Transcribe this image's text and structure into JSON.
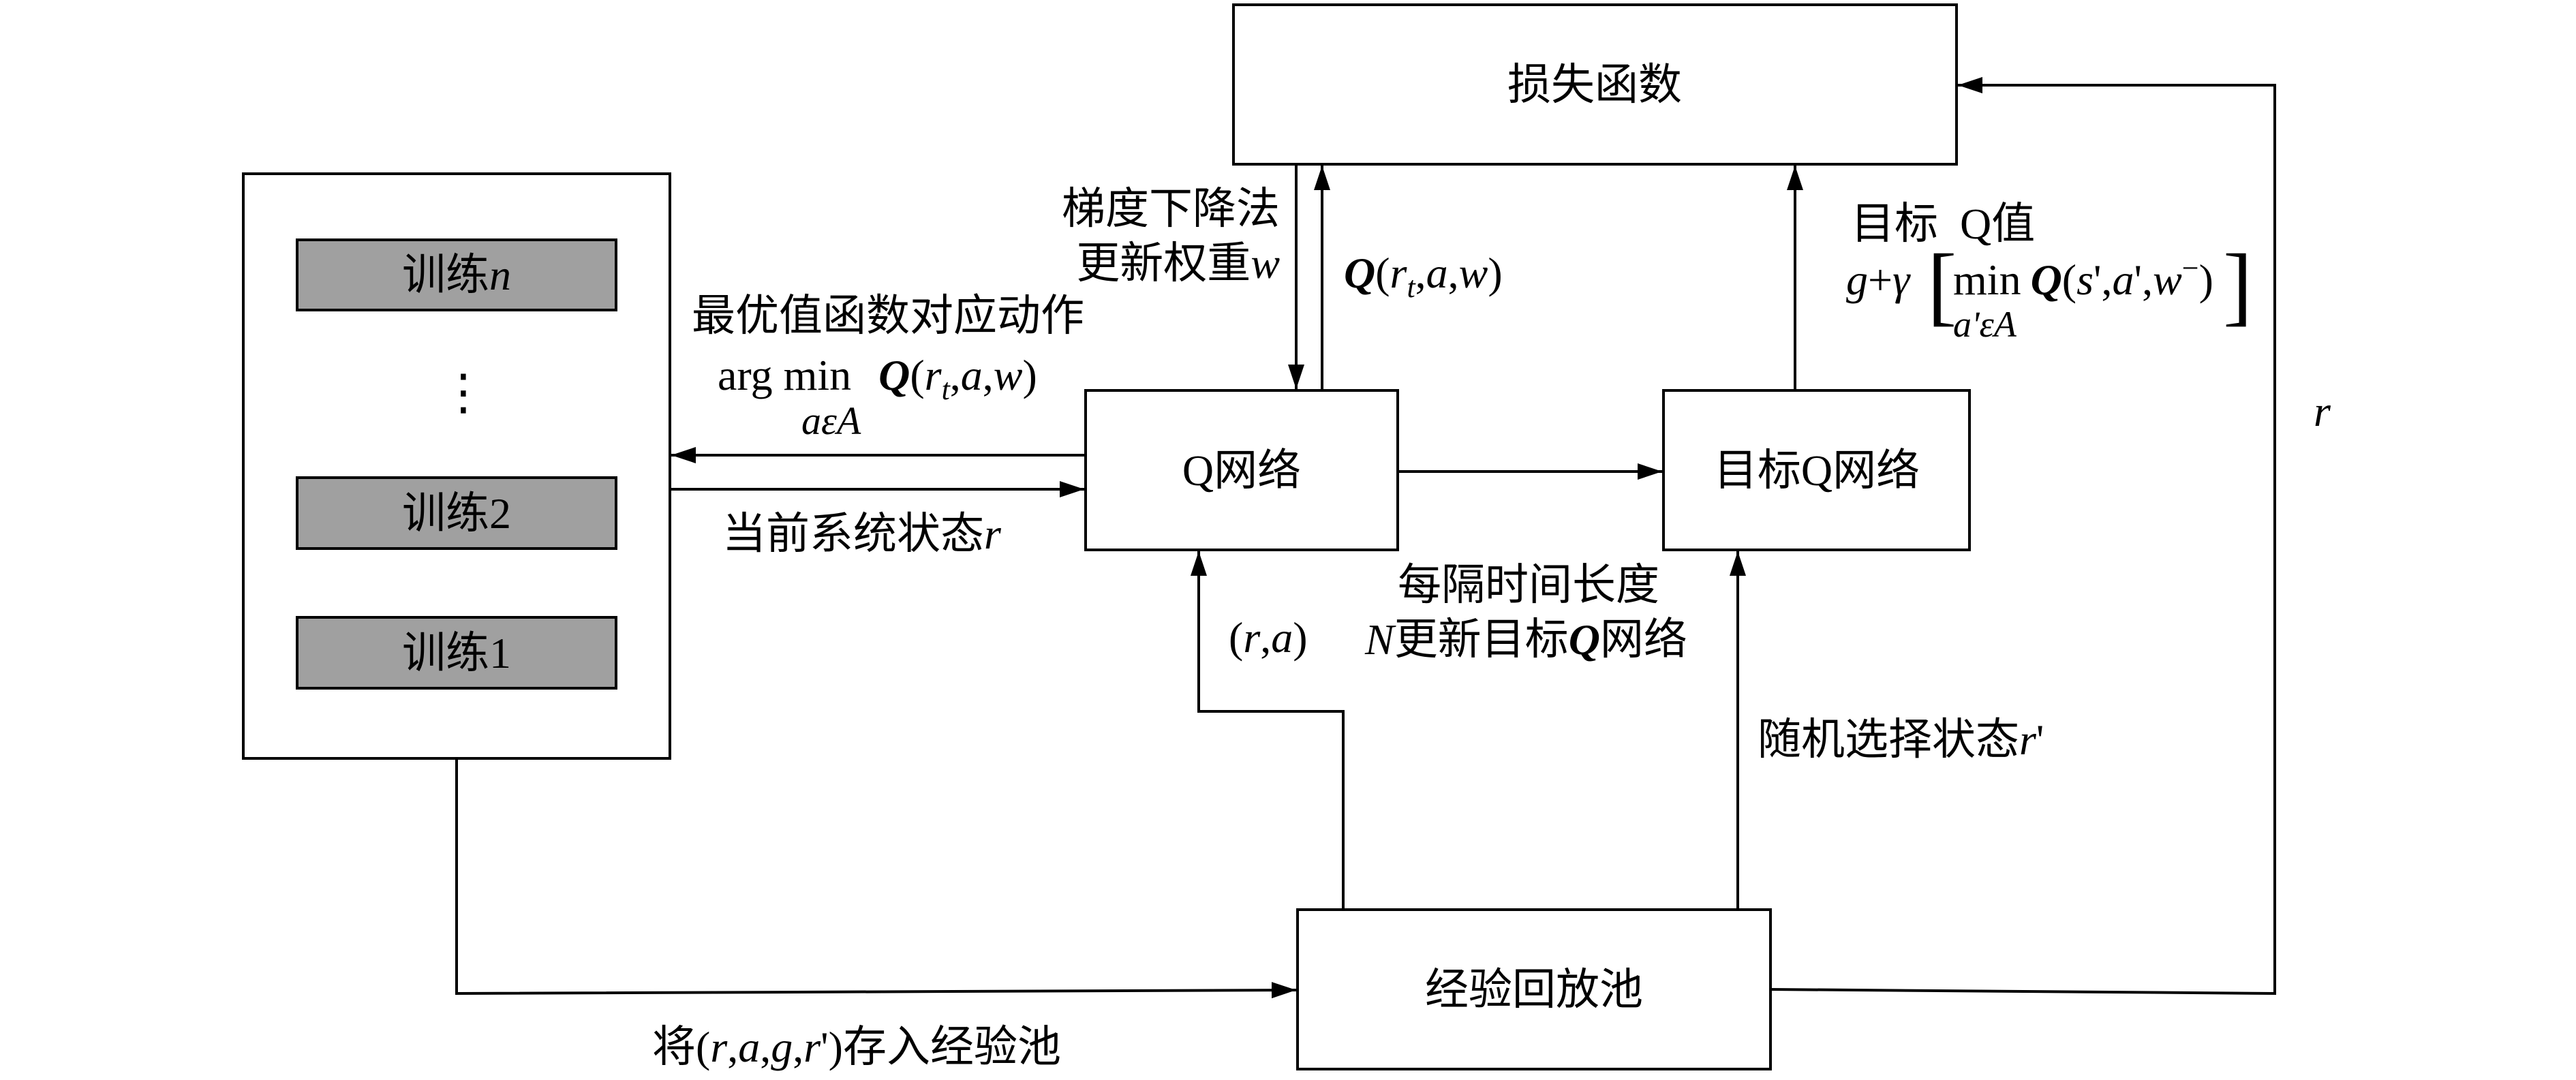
{
  "nodes": {
    "loss_function": "损失函数",
    "q_network": "Q网络",
    "target_q_network": "目标Q网络",
    "replay_pool": "经验回放池",
    "training_n": [
      "训练",
      "n"
    ],
    "ellipsis": "⋮",
    "training_2": "训练2",
    "training_1": "训练1"
  },
  "labels": {
    "gradient_descent": "梯度下降法",
    "update_weight": [
      "更新权重",
      "w"
    ],
    "q_output": [
      "Q",
      "(",
      "r",
      "t",
      ",",
      "a",
      ",",
      "w",
      ")"
    ],
    "target_q_title": "目标  Q值",
    "target_q_formula": {
      "lead": [
        "g",
        "+",
        "γ"
      ],
      "open_bracket": "[",
      "body": [
        "min",
        "Q",
        "(",
        "s",
        "'",
        ",",
        "a",
        "'",
        ",",
        "w",
        "−",
        ")"
      ],
      "close_bracket": "]",
      "subscript": "a'εA"
    },
    "optimal_action": "最优值函数对应动作",
    "argmin": {
      "body": [
        "arg min",
        "Q",
        "(",
        "r",
        "t",
        ",",
        "a",
        ",",
        "w",
        ")"
      ],
      "subscript": "aεA"
    },
    "current_state": [
      "当前系统状态",
      "r"
    ],
    "state_action": [
      "(",
      "r",
      ",",
      "a",
      ")"
    ],
    "interval_line1": "每隔时间长度",
    "interval_line2": [
      "N",
      "更新目标",
      "Q",
      "网络"
    ],
    "random_state": [
      "随机选择状态",
      "r",
      "'"
    ],
    "reward": "r",
    "store_experience": [
      "将",
      "(",
      "r",
      ",",
      "a",
      ",",
      "g",
      ",",
      "r",
      "'",
      ")",
      "存入经验池"
    ]
  }
}
